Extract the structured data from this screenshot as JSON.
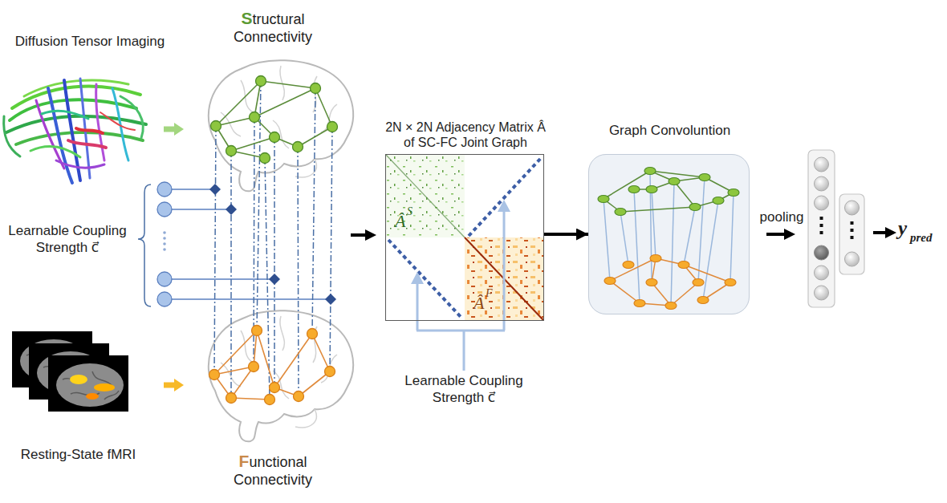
{
  "diagram": {
    "nodes": [
      {
        "text": [
          "2N × 2N Adjacency Matrix Â of SC-FC Joint Graph"
        ]
      },
      {
        "text": [
          "Â",
          "S"
        ],
        "in": 0
      },
      {
        "text": [
          "Â",
          "F"
        ],
        "in": 0
      },
      {
        "text": [
          "Graph Convoluntion"
        ]
      }
    ],
    "edges": [
      {
        "from": 0,
        "to": 3,
        "arrow": "to"
      }
    ],
    "labels": [
      "Diffusion Tensor Imaging",
      "Structural Connectivity",
      "Learnable Coupling Strength c⃗",
      "Resting-State fMRI",
      "Functional Connectivity",
      "Learnable Coupling Strength c⃗",
      "pooling",
      "y",
      "pred"
    ]
  }
}
